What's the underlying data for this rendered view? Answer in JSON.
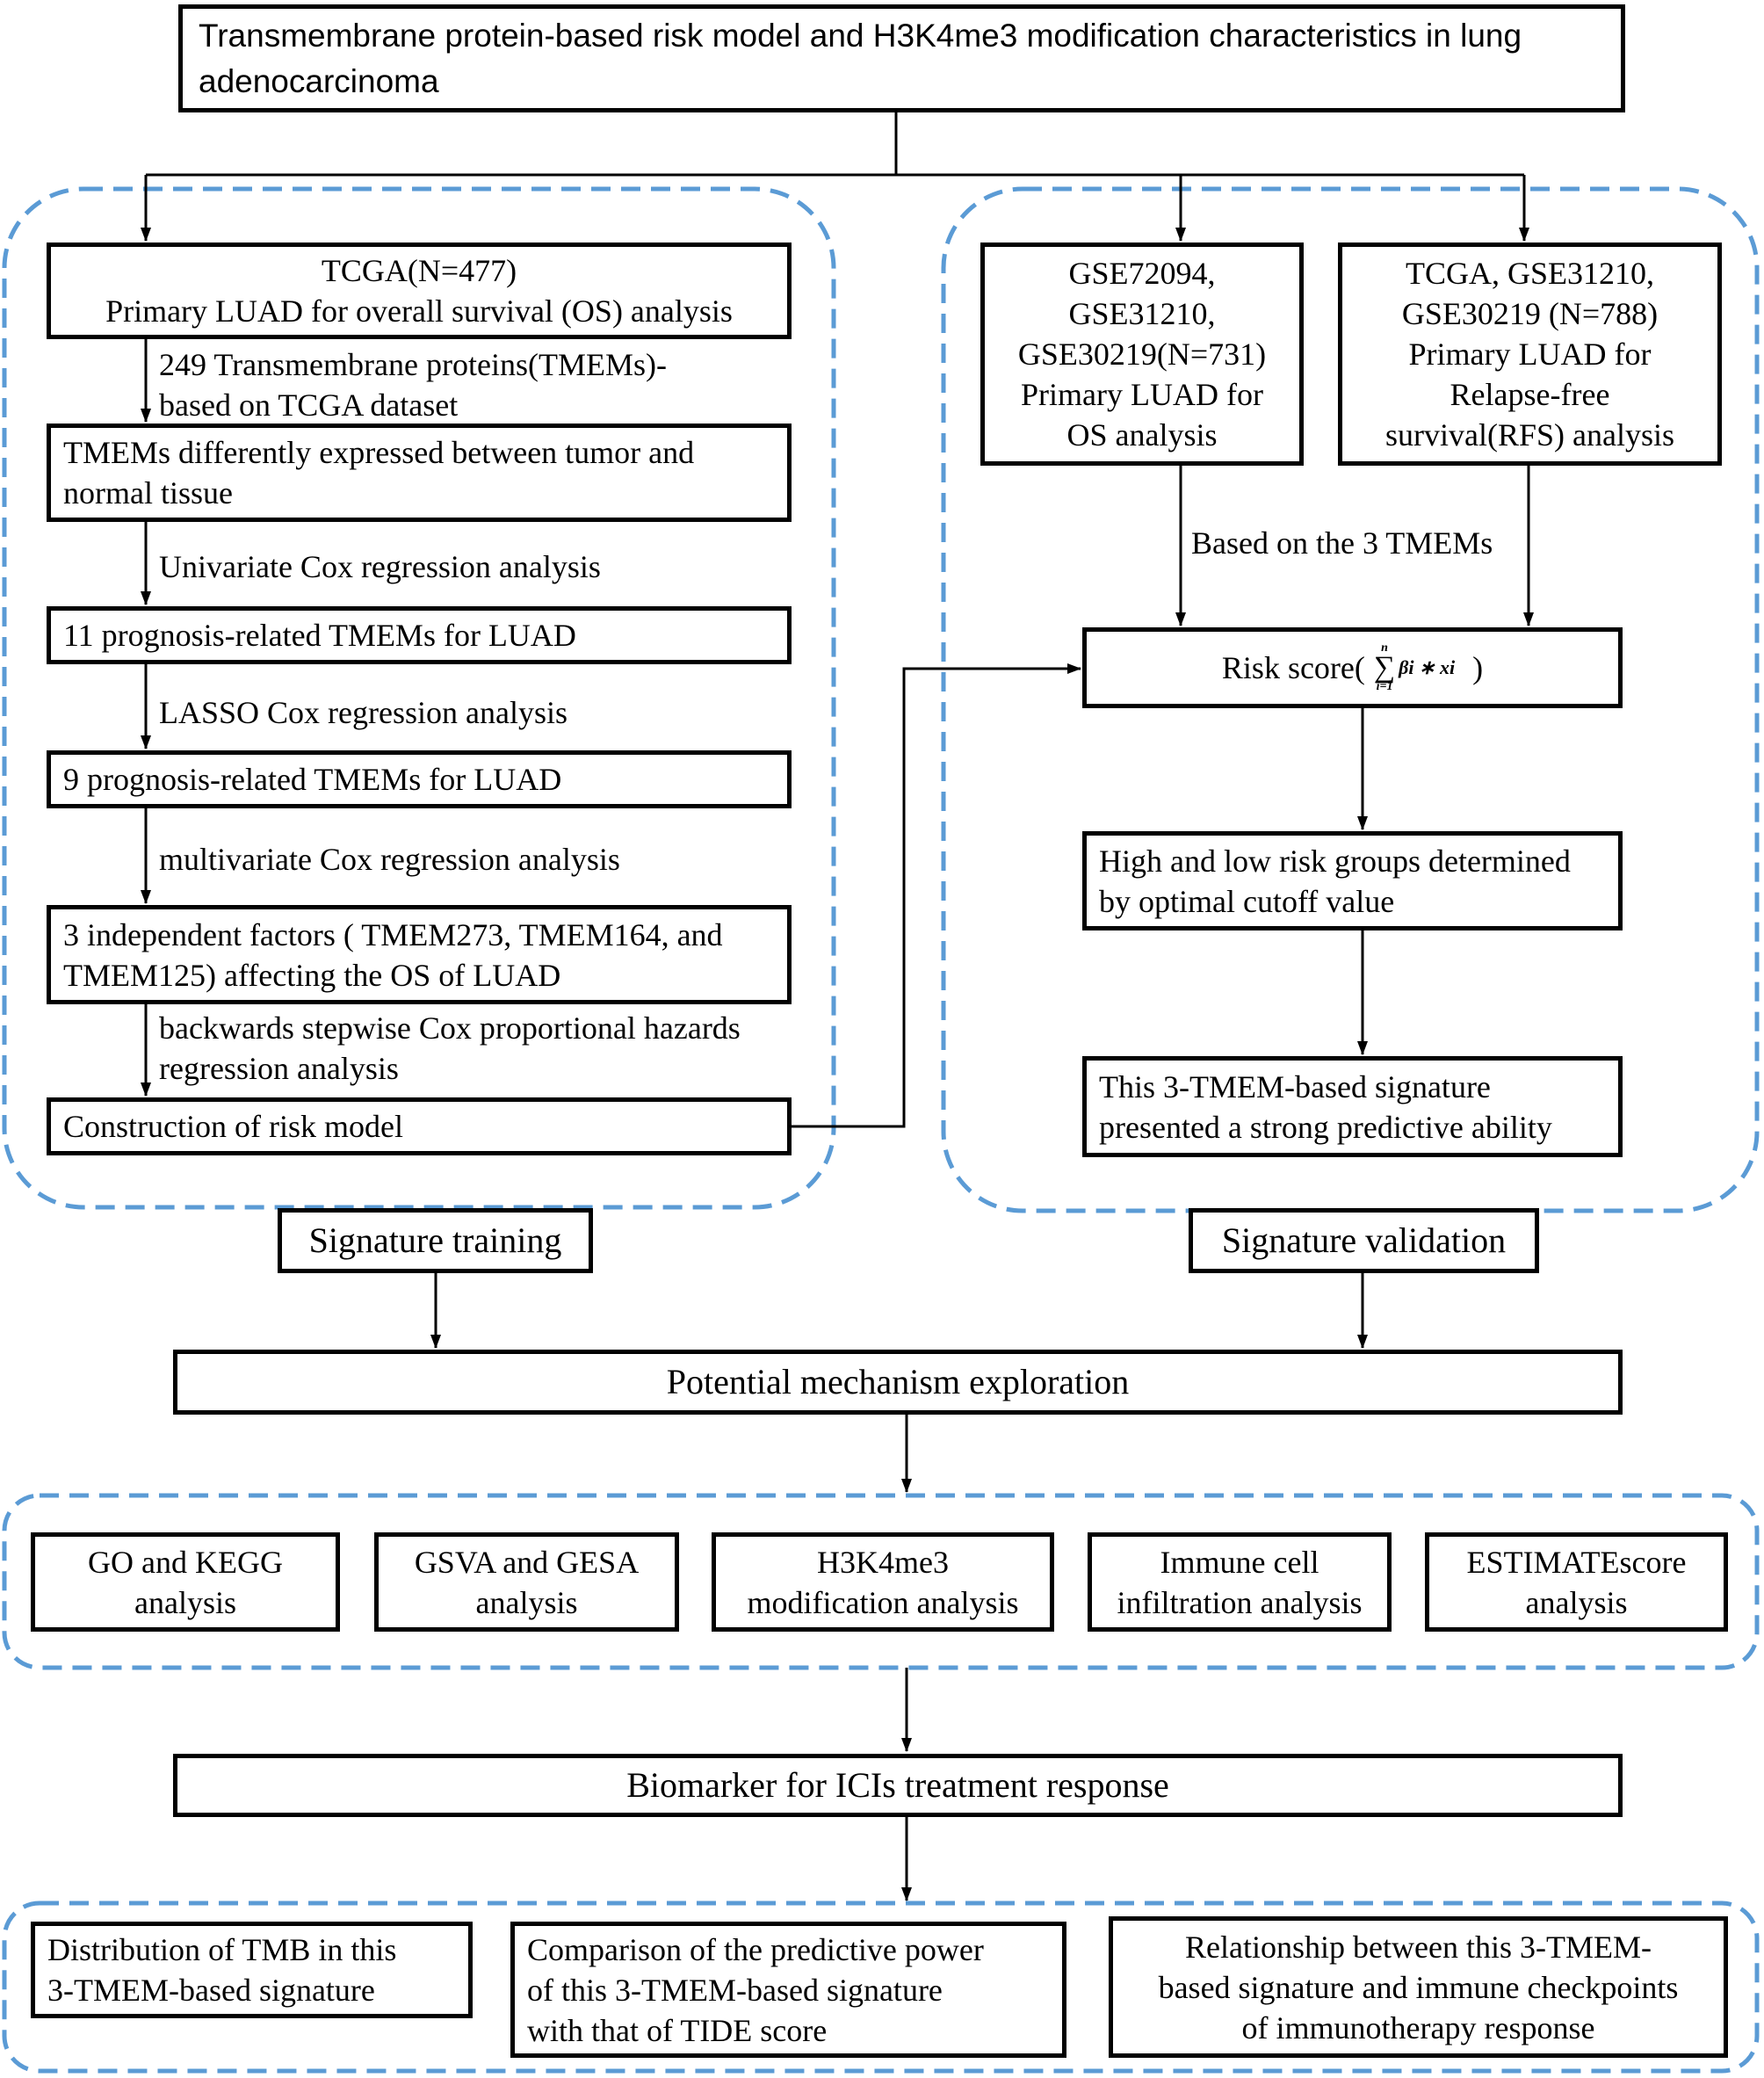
{
  "title": "Transmembrane protein-based risk model and H3K4me3 modification characteristics in lung adenocarcinoma",
  "training": {
    "boxes": [
      [
        "TCGA(N=477)",
        "Primary LUAD for  overall survival (OS) analysis"
      ],
      [
        "TMEMs differently expressed between tumor and",
        "normal tissue"
      ],
      [
        "11 prognosis-related TMEMs for LUAD"
      ],
      [
        "9 prognosis-related TMEMs for LUAD"
      ],
      [
        "3 independent factors ( TMEM273, TMEM164, and",
        "TMEM125) affecting the OS of LUAD"
      ],
      [
        "Construction of risk model"
      ]
    ],
    "steps": [
      [
        "249 Transmembrane proteins(TMEMs)-",
        "based on TCGA dataset"
      ],
      [
        "Univariate Cox regression analysis"
      ],
      [
        "LASSO Cox regression analysis"
      ],
      [
        "multivariate Cox regression analysis"
      ],
      [
        "backwards stepwise Cox proportional hazards",
        "regression analysis"
      ]
    ],
    "label": "Signature training"
  },
  "validation": {
    "dataset_boxes": [
      [
        "GSE72094,",
        "GSE31210,",
        "GSE30219(N=731)",
        "Primary LUAD for",
        "OS analysis"
      ],
      [
        "TCGA, GSE31210,",
        "GSE30219 (N=788)",
        "Primary LUAD for",
        "Relapse-free",
        "survival(RFS) analysis"
      ]
    ],
    "step": "Based on the 3 TMEMs",
    "risk_score": {
      "prefix": "Risk score(",
      "sum_top": "n",
      "sigma": "∑",
      "sum_bottom": "i=1",
      "term": "βi ∗ xi",
      "suffix": ")"
    },
    "boxes": [
      [
        "High and low risk groups determined",
        "by optimal cutoff value"
      ],
      [
        "This 3-TMEM-based signature",
        "presented a strong predictive ability"
      ]
    ],
    "label": "Signature validation"
  },
  "mechanism": {
    "title": "Potential mechanism exploration",
    "items": [
      [
        "GO and KEGG",
        "analysis"
      ],
      [
        "GSVA and GESA",
        "analysis"
      ],
      [
        "H3K4me3",
        "modification analysis"
      ],
      [
        "Immune cell",
        "infiltration analysis"
      ],
      [
        "ESTIMATEscore",
        "analysis"
      ]
    ]
  },
  "biomarker": {
    "title": "Biomarker for ICIs treatment response",
    "items": [
      [
        "Distribution of TMB in this",
        "3-TMEM-based signature"
      ],
      [
        "Comparison of the predictive power",
        "of this 3-TMEM-based signature",
        "with that of TIDE score"
      ],
      [
        "Relationship between this 3-TMEM-",
        "based signature and immune checkpoints",
        "of immunotherapy response"
      ]
    ]
  },
  "colors": {
    "dashed_region": "#5b9bd5",
    "box_border": "#000000"
  }
}
